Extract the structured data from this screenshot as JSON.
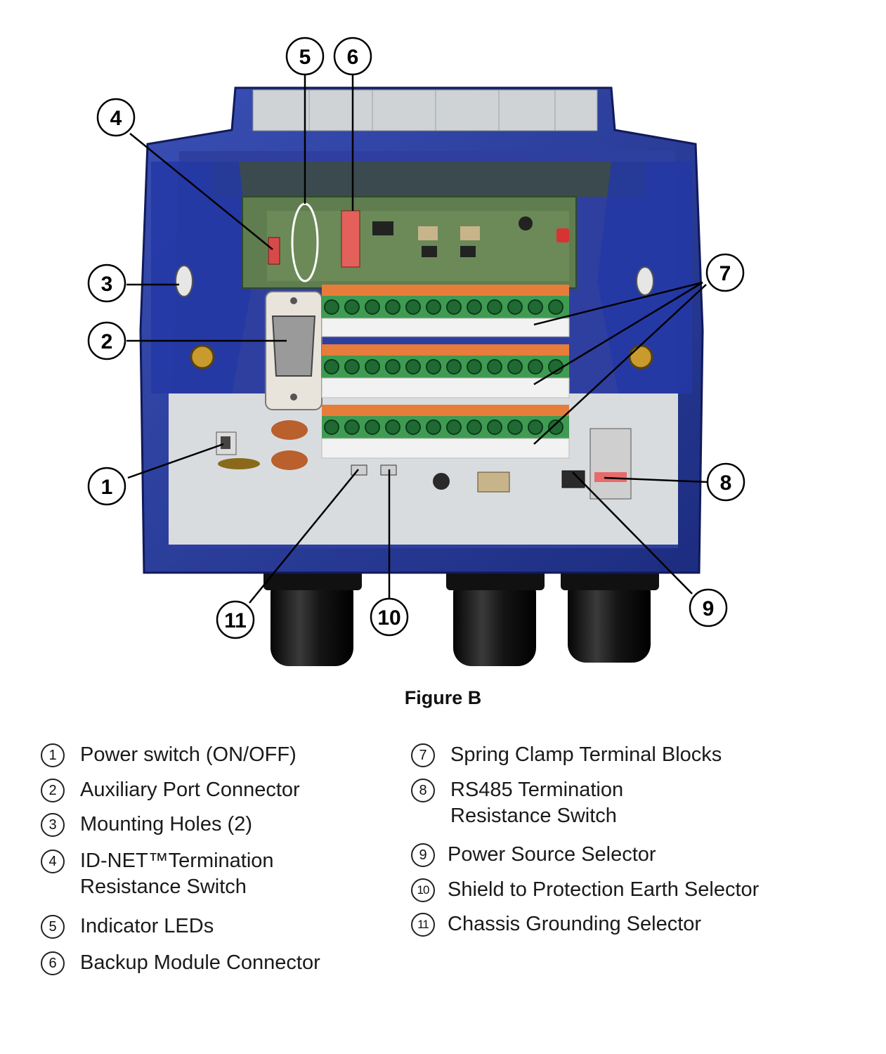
{
  "figure": {
    "caption": "Figure B"
  },
  "callouts": [
    "1",
    "2",
    "3",
    "4",
    "5",
    "6",
    "7",
    "8",
    "9",
    "10",
    "11"
  ],
  "colors": {
    "housing": "#2a3d9a",
    "housing_dark": "#172770",
    "pcb": "#5f7d4e",
    "terminal_green": "#3f9b52",
    "terminal_orange": "#e77d3a",
    "label_strip": "#f2f2f2"
  },
  "legend": [
    {
      "num": "1",
      "text": "Power switch (ON/OFF)"
    },
    {
      "num": "2",
      "text": "Auxiliary Port Connector"
    },
    {
      "num": "3",
      "text": "Mounting Holes (2)"
    },
    {
      "num": "4",
      "text": "ID-NET™Termination\nResistance Switch"
    },
    {
      "num": "5",
      "text": "Indicator LEDs"
    },
    {
      "num": "6",
      "text": "Backup Module Connector"
    },
    {
      "num": "7",
      "text": "Spring Clamp Terminal Blocks"
    },
    {
      "num": "8",
      "text": "RS485 Termination\nResistance Switch"
    },
    {
      "num": "9",
      "text": "Power Source Selector"
    },
    {
      "num": "10",
      "text": "Shield to Protection Earth Selector"
    },
    {
      "num": "11",
      "text": "Chassis Grounding Selector"
    }
  ]
}
